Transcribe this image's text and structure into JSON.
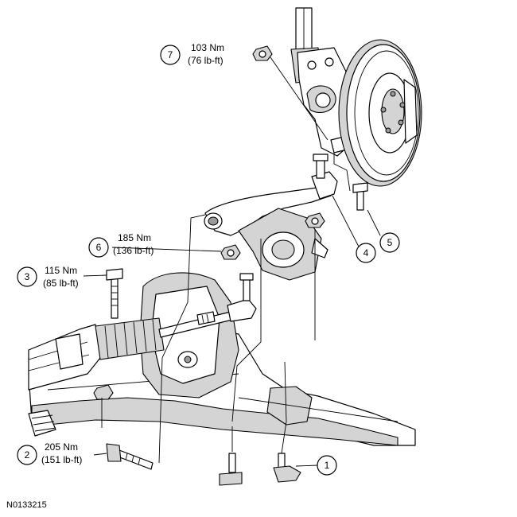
{
  "figure_id": "N0133215",
  "callouts": [
    {
      "number": "1",
      "torque_nm": "",
      "torque_lbft": ""
    },
    {
      "number": "2",
      "torque_nm": "205 Nm",
      "torque_lbft": "(151 lb-ft)"
    },
    {
      "number": "3",
      "torque_nm": "115 Nm",
      "torque_lbft": "(85 lb-ft)"
    },
    {
      "number": "4",
      "torque_nm": "",
      "torque_lbft": ""
    },
    {
      "number": "5",
      "torque_nm": "",
      "torque_lbft": ""
    },
    {
      "number": "6",
      "torque_nm": "185 Nm",
      "torque_lbft": "(136 lb-ft)"
    },
    {
      "number": "7",
      "torque_nm": "103 Nm",
      "torque_lbft": "(76 lb-ft)"
    }
  ],
  "colors": {
    "line": "#000000",
    "shade": "#d4d4d4",
    "background": "#ffffff"
  }
}
